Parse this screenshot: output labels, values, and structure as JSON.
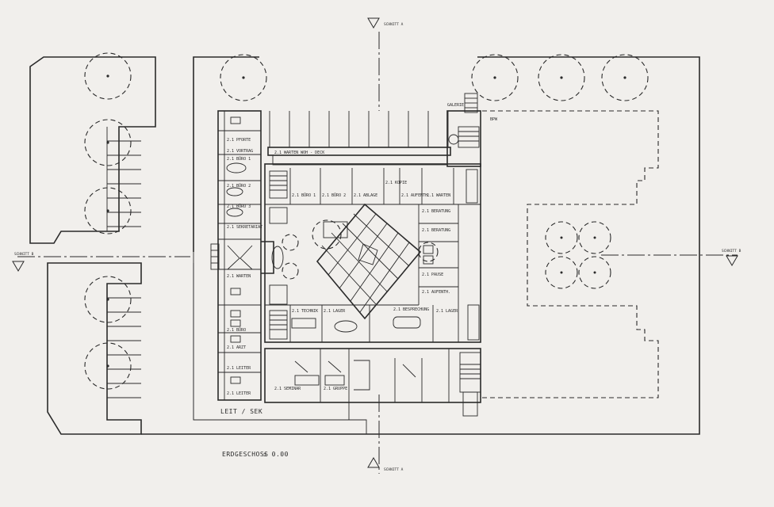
{
  "plan": {
    "title": "ERDGESCHOSS",
    "level": "± 0.00",
    "wing_label": "LEIT / SEK",
    "corner_label": "BPW",
    "top_label": "GALERIE",
    "section_marks": {
      "top": "SCHNITT A",
      "bottom": "SCHNITT A",
      "left": "SCHNITT B",
      "right": "SCHNITT B"
    },
    "rooms": {
      "west": [
        "2.1 PFORTE",
        "2.1 VORTRAG",
        "2.1 BÜRO 1",
        "2.1 BÜRO 2",
        "2.1 BÜRO 3",
        "2.1 SEKRETARIAT"
      ],
      "west_lower": [
        "2.1 WARTEN",
        "2.1 BÜRO",
        "2.1 ARZT",
        "2.1 LEITER",
        "2.1 LEITER"
      ],
      "north": [
        "2.1 BÜRO 1",
        "2.1 BÜRO 2",
        "2.1 ABLAGE",
        "2.1 KOPIE",
        "2.1 AUFENTH.",
        "2.1 WARTEN"
      ],
      "corridor": "2.1 WARTEN   WOH - DECK",
      "east": [
        "2.1 BERATUNG",
        "2.1 BERATUNG",
        "2.1 PAUSE",
        "2.1 AUFENTH."
      ],
      "south": [
        "2.1 SEMINAR",
        "2.1 GRUPPE",
        "2.1 BESPRECHUNG",
        "2.1 LAGER"
      ],
      "south_wing": [
        "2.1 TECHNIK",
        "2.1 LAGER"
      ]
    }
  }
}
